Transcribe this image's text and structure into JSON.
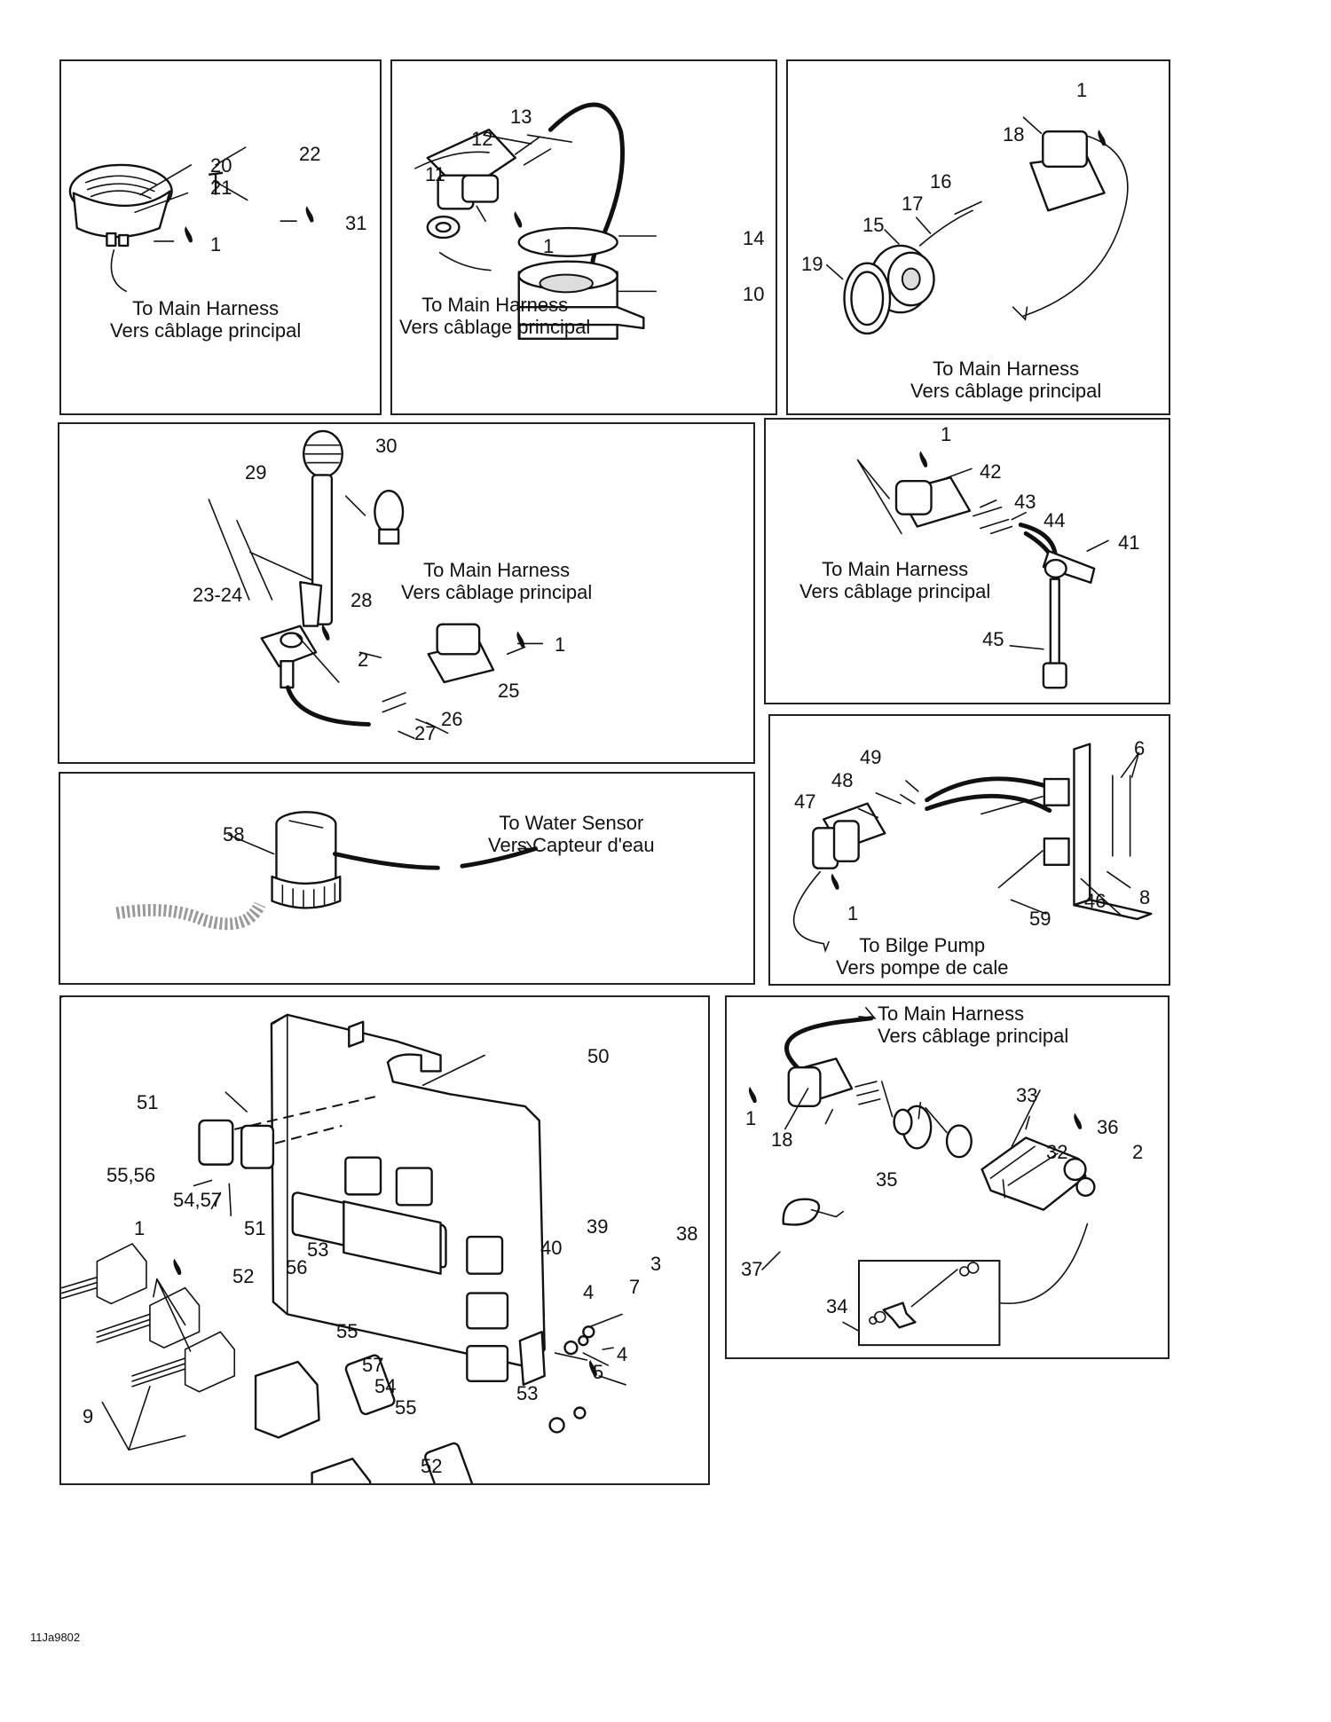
{
  "ref_code": "11Ja9802",
  "panels": {
    "p1": {
      "numbers": [
        "20",
        "21",
        "22",
        "31",
        "1"
      ],
      "caption": [
        "To Main Harness",
        "Vers câblage principal"
      ]
    },
    "p2": {
      "numbers": [
        "13",
        "12",
        "11",
        "1",
        "14",
        "10"
      ],
      "caption": [
        "To Main Harness",
        "Vers câblage principal"
      ]
    },
    "p3": {
      "numbers": [
        "1",
        "18",
        "16",
        "17",
        "15",
        "19"
      ],
      "caption": [
        "To Main Harness",
        "Vers câblage principal"
      ]
    },
    "p4": {
      "numbers": [
        "30",
        "29",
        "23-24",
        "28",
        "2",
        "1",
        "25",
        "26",
        "27"
      ],
      "caption": [
        "To Main Harness",
        "Vers câblage principal"
      ]
    },
    "p5": {
      "numbers": [
        "1",
        "42",
        "43",
        "44",
        "41",
        "45"
      ],
      "caption": [
        "To Main Harness",
        "Vers câblage principal"
      ]
    },
    "p6": {
      "numbers": [
        "58"
      ],
      "caption": [
        "To Water Sensor",
        "Vers Capteur d'eau"
      ]
    },
    "p7": {
      "numbers": [
        "6",
        "49",
        "48",
        "47",
        "1",
        "59",
        "46",
        "8"
      ],
      "caption": [
        "To Bilge Pump",
        "Vers pompe de cale"
      ]
    },
    "p8": {
      "numbers": [
        "50",
        "51",
        "55,56",
        "54,57",
        "51",
        "1",
        "52",
        "56",
        "53",
        "55",
        "57",
        "54",
        "55",
        "53",
        "52",
        "9",
        "39",
        "38",
        "40",
        "3",
        "7",
        "4",
        "4",
        "5"
      ]
    },
    "p9": {
      "numbers": [
        "1",
        "18",
        "33",
        "36",
        "32",
        "2",
        "35",
        "37",
        "34"
      ],
      "caption": [
        "To Main Harness",
        "Vers câblage principal"
      ]
    }
  }
}
